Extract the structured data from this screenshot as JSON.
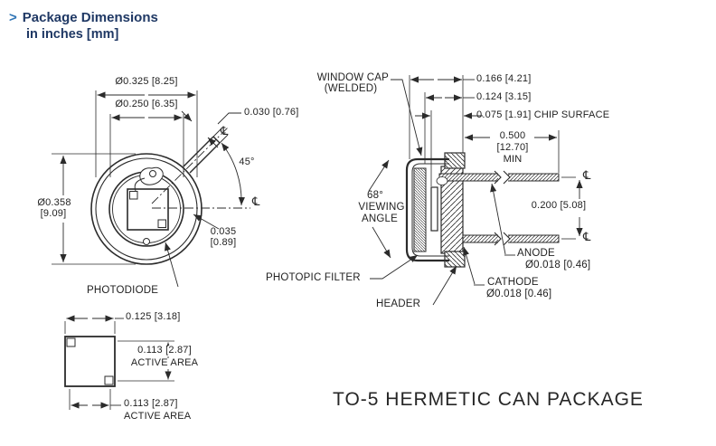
{
  "page": {
    "title_bullet": ">",
    "title": "Package Dimensions",
    "subtitle": "in inches [mm]",
    "caption": "TO-5 HERMETIC CAN PACKAGE"
  },
  "symbols": {
    "centerline": "℄"
  },
  "front_view": {
    "flange_diameter": "Ø0.358",
    "flange_diameter_mm": "[9.09]",
    "cap_diameter": "Ø0.325 [8.25]",
    "window_diameter": "Ø0.250 [6.35]",
    "tab_width": "0.030 [0.76]",
    "tab_angle": "45°",
    "tab_offset": "0.035",
    "tab_offset_mm": "[0.89]",
    "photodiode_label": "PHOTODIODE"
  },
  "side_view": {
    "window_cap_label": "WINDOW CAP",
    "window_cap_label2": "(WELDED)",
    "cap_height": "0.166 [4.21]",
    "cap_step": "0.124 [3.15]",
    "chip_surface": "0.075 [1.91] CHIP SURFACE",
    "lead_length": "0.500",
    "lead_length_mm": "[12.70]",
    "lead_length_qual": "MIN",
    "lead_spacing": "0.200 [5.08]",
    "viewing_angle": "68°",
    "viewing_angle_label1": "VIEWING",
    "viewing_angle_label2": "ANGLE",
    "photopic_filter_label": "PHOTOPIC FILTER",
    "header_label": "HEADER",
    "anode_label": "ANODE",
    "anode_diameter": "Ø0.018 [0.46]",
    "cathode_label": "CATHODE",
    "cathode_diameter": "Ø0.018 [0.46]"
  },
  "active_area_view": {
    "chip_size": "0.125 [3.18]",
    "active_height": "0.113 [2.87]",
    "active_height_label": "ACTIVE AREA",
    "active_width": "0.113 [2.87]",
    "active_width_label": "ACTIVE AREA"
  },
  "colors": {
    "title": "#1f3864",
    "bullet": "#2e74b5",
    "ink": "#2b2b2b"
  }
}
